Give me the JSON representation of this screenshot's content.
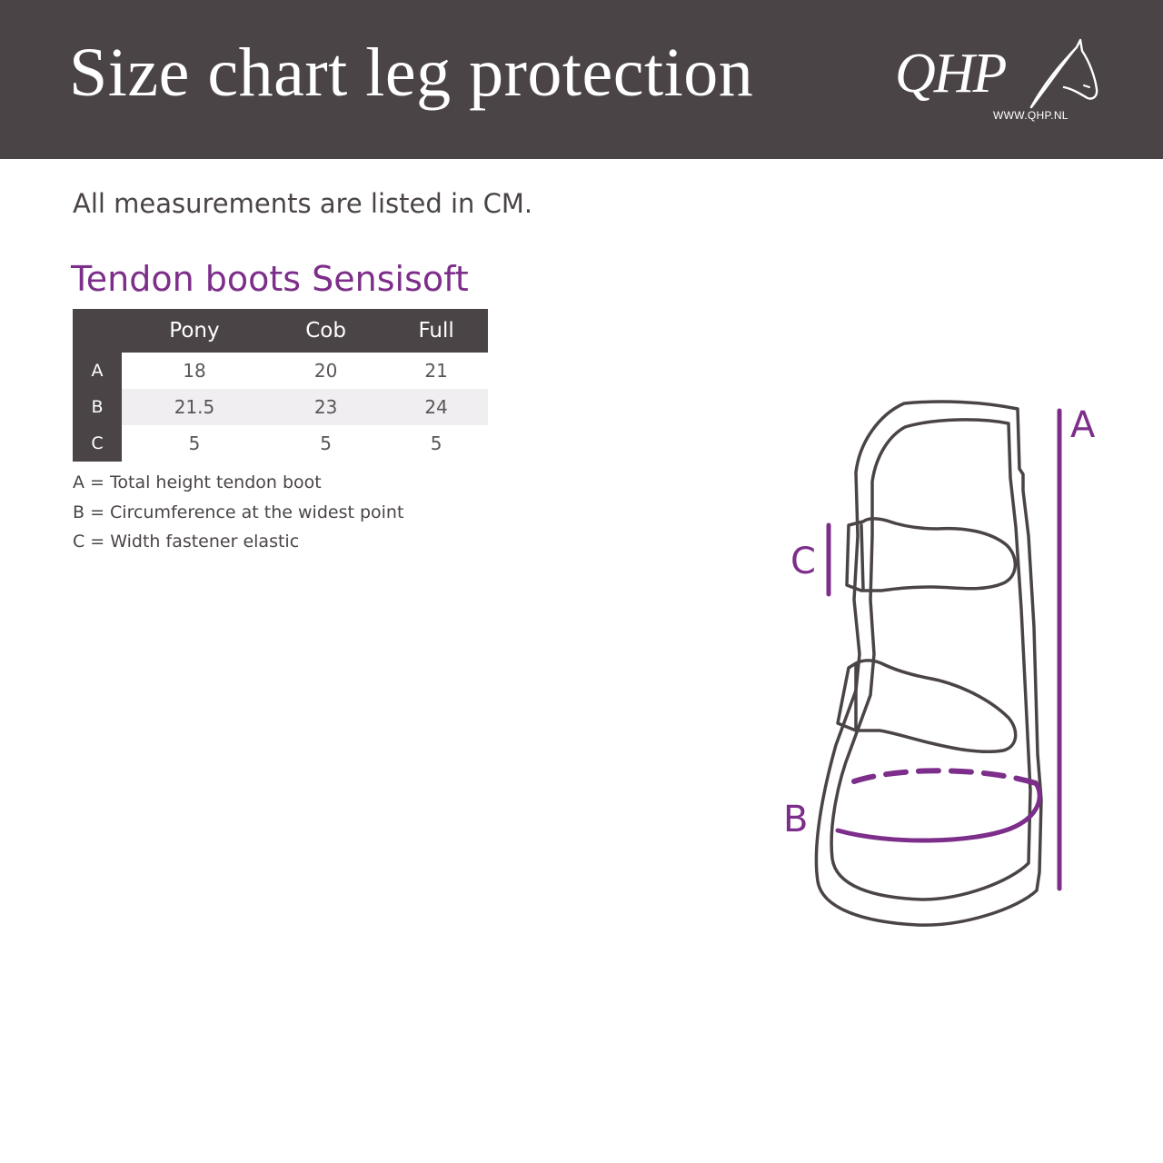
{
  "header": {
    "title": "Size chart leg protection",
    "logo_text": "QHP",
    "logo_url": "WWW.QHP.NL",
    "background_color": "#4a4446"
  },
  "intro": "All measurements are listed in CM.",
  "section": {
    "title": "Tendon boots Sensisoft",
    "title_color": "#7d2e8a"
  },
  "table": {
    "columns": [
      "Pony",
      "Cob",
      "Full"
    ],
    "rows": [
      {
        "label": "A",
        "values": [
          "18",
          "20",
          "21"
        ]
      },
      {
        "label": "B",
        "values": [
          "21.5",
          "23",
          "24"
        ]
      },
      {
        "label": "C",
        "values": [
          "5",
          "5",
          "5"
        ]
      }
    ]
  },
  "legend": [
    "A = Total height tendon boot",
    "B = Circumference at the widest point",
    "C = Width fastener elastic"
  ],
  "diagram": {
    "labels": {
      "a": "A",
      "b": "B",
      "c": "C"
    },
    "accent_color": "#7d2e8a",
    "outline_color": "#4a4446",
    "icon": "tendon-boot-icon"
  }
}
